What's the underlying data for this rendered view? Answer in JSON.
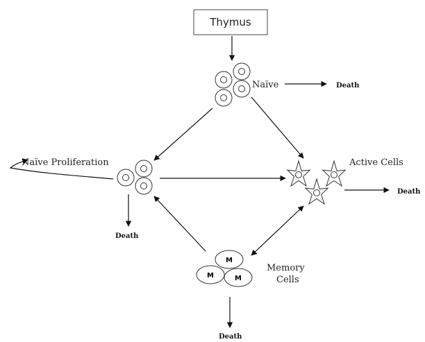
{
  "nodes": {
    "thymus": "Thymus",
    "naive": "Naïve",
    "naive_proliferation": "Naïve Proliferation",
    "active_cells": "Active Cells",
    "memory_line1": "Memory",
    "memory_line2": "Cells",
    "memory_marker": "M"
  },
  "death_labels": {
    "naive": "Death",
    "proliferation": "Death",
    "active": "Death",
    "memory": "Death"
  },
  "colors": {
    "stroke": "#111111",
    "background": "#ffffff"
  }
}
